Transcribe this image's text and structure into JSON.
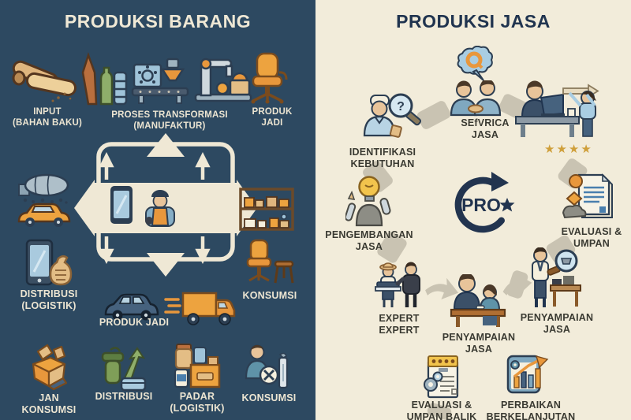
{
  "left": {
    "title": "PRODUKSI BARANG",
    "labels": {
      "input": "INPUT\n(BAHAN BAKU)",
      "proses": "PROSES TRANSFORMASI (MANUFAKTUR)",
      "produk_jadi_top": "PRODUK\nJADI",
      "distribusi_logistik": "DISTRIBUSI\n(LOGISTIK)",
      "konsumsi_right": "KONSUMSI",
      "produk_jadi_mid": "PRODUK JADI",
      "jan_konsumsi": "JAN\nKONSUMSI",
      "distribusi": "DISTRIBUSI",
      "padar_logistik": "PADAR\n(LOGISTIK)",
      "konsumsi_bottom": "KONSUMSI"
    }
  },
  "right": {
    "title": "PRODUKSI JASA",
    "center": {
      "label": "PRO"
    },
    "question_mark": "?",
    "rating_stars": "★★★★",
    "labels": {
      "identifikasi": "IDENTIFIKASI\nKEBUTUHAN",
      "servica": "SEfVRICA\nJASA",
      "evaluasi_umpan": "EVALUASI &\nUMPAN",
      "pengembangan": "PENGEMBANGAN\nJASA",
      "expert": "EXPERT\nEXPERT",
      "penyampaian_center": "PENYAMPAIAN\nJASA",
      "penyampaian_right": "PENYAMPAIAN\nJASA",
      "evaluasi_balik": "EVALUASI &\nUMPAN BALIK",
      "perbaikan": "PERBAIKAN\nBERKELANJUTAN"
    }
  },
  "colors": {
    "left_bg": "#2d4961",
    "left_text": "#ece5d2",
    "right_bg": "#f2ecda",
    "right_title": "#20344f",
    "right_text": "#3a3a32",
    "accent_orange": "#e8973c",
    "accent_blue": "#a9cade",
    "navy": "#22344f",
    "connector_gray": "#c9c3b2",
    "star_gold": "#cf9f3a"
  }
}
